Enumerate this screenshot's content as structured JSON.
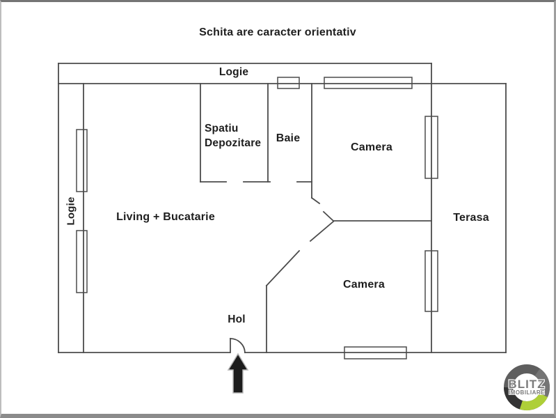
{
  "title": "Schita are caracter orientativ",
  "labels": {
    "logie_top": "Logie",
    "logie_left": "Logie",
    "spatiu_line1": "Spatiu",
    "spatiu_line2": "Depozitare",
    "baie": "Baie",
    "camera_top": "Camera",
    "living": "Living + Bucatarie",
    "terasa": "Terasa",
    "camera_bottom": "Camera",
    "hol": "Hol"
  },
  "entrance": {
    "symbol": "up-arrow"
  },
  "logo": {
    "brand": "BLITZ",
    "tagline": "IMOBILIARE",
    "accent_green": "#aecf38",
    "ring_gray": "#5e5e5e",
    "ring_dark": "#343434",
    "text_gray": "#7b7b7b"
  },
  "colors": {
    "wall": "#4b4b4b",
    "text": "#1e1e1e",
    "background": "#ffffff",
    "frame": "#8b8b8b"
  }
}
